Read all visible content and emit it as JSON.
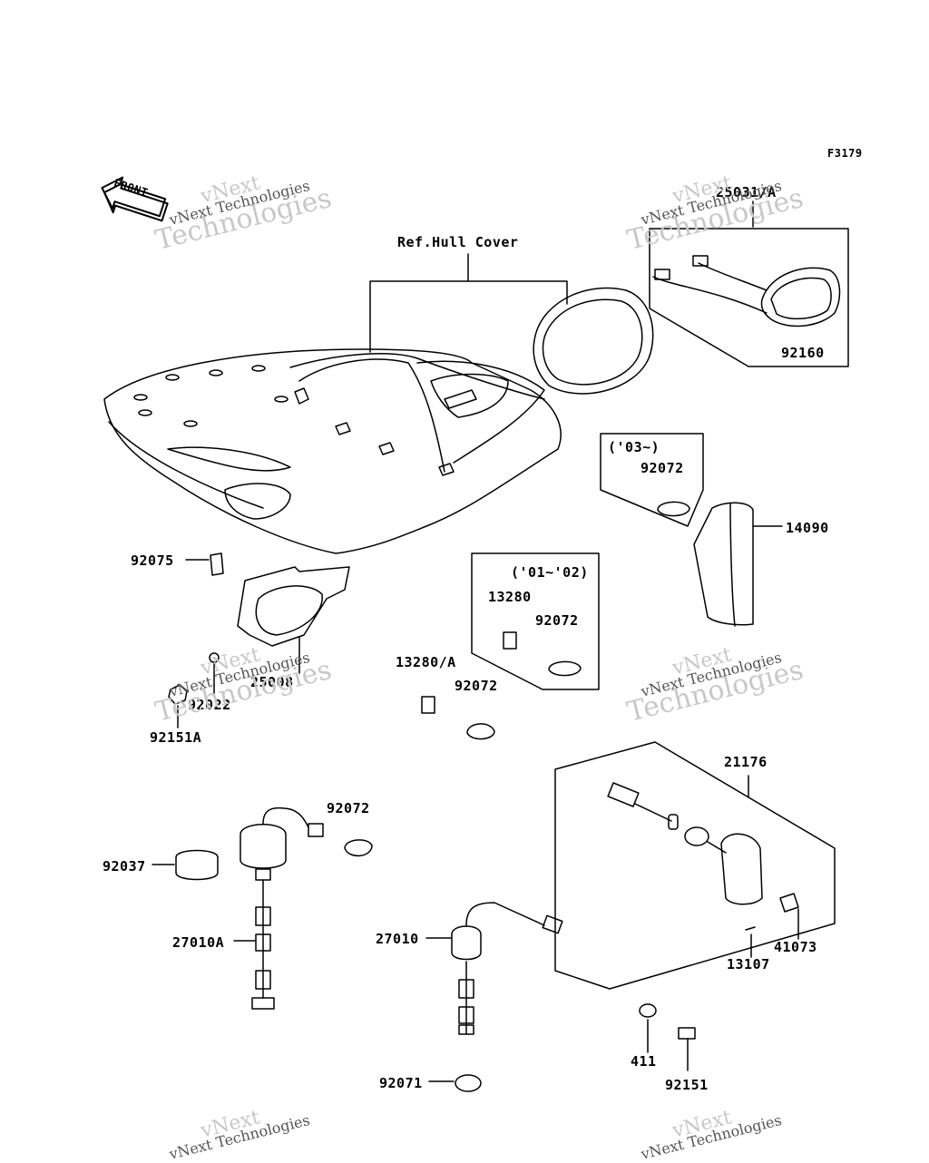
{
  "figure_code": "F3179",
  "front_label": "FRONT",
  "ref_label": "Ref.Hull Cover",
  "watermark": {
    "line1": "vNext",
    "line2": "vNext Technologies",
    "line3": "Technologies"
  },
  "parts": {
    "p25031A": "25031/A",
    "p92160": "92160",
    "p03": "('03~)",
    "p92072a": "92072",
    "p14090": "14090",
    "p92075": "92075",
    "p0102": "('01~'02)",
    "p13280": "13280",
    "p92072b": "92072",
    "p13280A": "13280/A",
    "p92072c": "92072",
    "p25008": "25008",
    "p92022": "92022",
    "p92151A": "92151A",
    "p21176": "21176",
    "p92072d": "92072",
    "p92037": "92037",
    "p27010A": "27010A",
    "p27010": "27010",
    "p41073": "41073",
    "p13107": "13107",
    "p411": "411",
    "p92151": "92151",
    "p92071": "92071"
  }
}
